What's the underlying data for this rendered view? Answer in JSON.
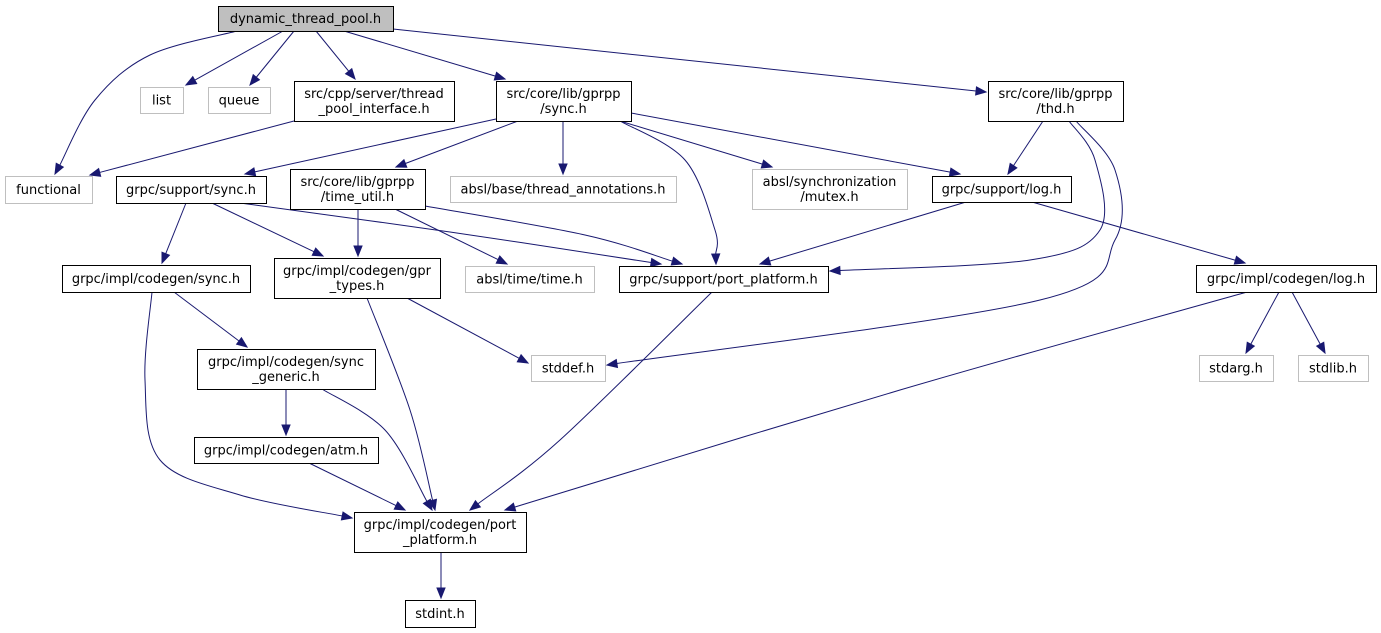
{
  "title": "dynamic_thread_pool.h include dependency graph",
  "colors": {
    "root_fill": "#bfbfbf",
    "root_stroke": "#000000",
    "doc_fill": "#ffffff",
    "doc_stroke": "#000000",
    "external_stroke": "#bfbfbf",
    "edge": "#191970"
  },
  "nodes": [
    {
      "id": "root",
      "kind": "root",
      "lines": [
        "dynamic_thread_pool.h"
      ]
    },
    {
      "id": "list",
      "kind": "external",
      "lines": [
        "list"
      ]
    },
    {
      "id": "queue",
      "kind": "external",
      "lines": [
        "queue"
      ]
    },
    {
      "id": "tpi",
      "kind": "documented",
      "lines": [
        "src/cpp/server/thread",
        "_pool_interface.h"
      ]
    },
    {
      "id": "gsync",
      "kind": "documented",
      "lines": [
        "src/core/lib/gprpp",
        "/sync.h"
      ]
    },
    {
      "id": "thd",
      "kind": "documented",
      "lines": [
        "src/core/lib/gprpp",
        "/thd.h"
      ]
    },
    {
      "id": "functional",
      "kind": "external",
      "lines": [
        "functional"
      ]
    },
    {
      "id": "ssync",
      "kind": "documented",
      "lines": [
        "grpc/support/sync.h"
      ]
    },
    {
      "id": "timeutil",
      "kind": "documented",
      "lines": [
        "src/core/lib/gprpp",
        "/time_util.h"
      ]
    },
    {
      "id": "annot",
      "kind": "external",
      "lines": [
        "absl/base/thread_annotations.h"
      ]
    },
    {
      "id": "mutex",
      "kind": "external",
      "lines": [
        "absl/synchronization",
        "/mutex.h"
      ]
    },
    {
      "id": "slog",
      "kind": "documented",
      "lines": [
        "grpc/support/log.h"
      ]
    },
    {
      "id": "csync",
      "kind": "documented",
      "lines": [
        "grpc/impl/codegen/sync.h"
      ]
    },
    {
      "id": "gprtypes",
      "kind": "documented",
      "lines": [
        "grpc/impl/codegen/gpr",
        "_types.h"
      ]
    },
    {
      "id": "abtime",
      "kind": "external",
      "lines": [
        "absl/time/time.h"
      ]
    },
    {
      "id": "sport",
      "kind": "documented",
      "lines": [
        "grpc/support/port_platform.h"
      ]
    },
    {
      "id": "clog",
      "kind": "documented",
      "lines": [
        "grpc/impl/codegen/log.h"
      ]
    },
    {
      "id": "syncgen",
      "kind": "documented",
      "lines": [
        "grpc/impl/codegen/sync",
        "_generic.h"
      ]
    },
    {
      "id": "stddef",
      "kind": "external",
      "lines": [
        "stddef.h"
      ]
    },
    {
      "id": "stdarg",
      "kind": "external",
      "lines": [
        "stdarg.h"
      ]
    },
    {
      "id": "stdlib",
      "kind": "external",
      "lines": [
        "stdlib.h"
      ]
    },
    {
      "id": "atm",
      "kind": "documented",
      "lines": [
        "grpc/impl/codegen/atm.h"
      ]
    },
    {
      "id": "cport",
      "kind": "documented",
      "lines": [
        "grpc/impl/codegen/port",
        "_platform.h"
      ]
    },
    {
      "id": "stdint",
      "kind": "documented",
      "lines": [
        "stdint.h"
      ]
    }
  ],
  "edges": [
    {
      "from": "root",
      "to": "functional"
    },
    {
      "from": "root",
      "to": "list"
    },
    {
      "from": "root",
      "to": "queue"
    },
    {
      "from": "root",
      "to": "tpi"
    },
    {
      "from": "root",
      "to": "gsync"
    },
    {
      "from": "root",
      "to": "thd"
    },
    {
      "from": "tpi",
      "to": "functional"
    },
    {
      "from": "gsync",
      "to": "ssync"
    },
    {
      "from": "gsync",
      "to": "timeutil"
    },
    {
      "from": "gsync",
      "to": "annot"
    },
    {
      "from": "gsync",
      "to": "sport"
    },
    {
      "from": "gsync",
      "to": "mutex"
    },
    {
      "from": "gsync",
      "to": "slog"
    },
    {
      "from": "thd",
      "to": "slog"
    },
    {
      "from": "thd",
      "to": "sport"
    },
    {
      "from": "thd",
      "to": "stddef"
    },
    {
      "from": "ssync",
      "to": "csync"
    },
    {
      "from": "ssync",
      "to": "gprtypes"
    },
    {
      "from": "ssync",
      "to": "sport"
    },
    {
      "from": "timeutil",
      "to": "gprtypes"
    },
    {
      "from": "timeutil",
      "to": "abtime"
    },
    {
      "from": "timeutil",
      "to": "sport"
    },
    {
      "from": "slog",
      "to": "sport"
    },
    {
      "from": "slog",
      "to": "clog"
    },
    {
      "from": "csync",
      "to": "syncgen"
    },
    {
      "from": "csync",
      "to": "cport"
    },
    {
      "from": "gprtypes",
      "to": "stddef"
    },
    {
      "from": "gprtypes",
      "to": "cport"
    },
    {
      "from": "sport",
      "to": "cport"
    },
    {
      "from": "clog",
      "to": "cport"
    },
    {
      "from": "clog",
      "to": "stdarg"
    },
    {
      "from": "clog",
      "to": "stdlib"
    },
    {
      "from": "syncgen",
      "to": "atm"
    },
    {
      "from": "syncgen",
      "to": "cport"
    },
    {
      "from": "atm",
      "to": "cport"
    },
    {
      "from": "cport",
      "to": "stdint"
    }
  ]
}
